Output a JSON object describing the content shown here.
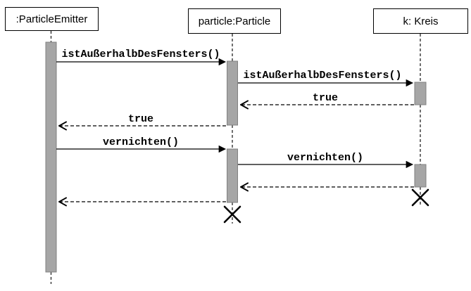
{
  "diagram": {
    "type": "uml-sequence",
    "lifelines": [
      {
        "label": ":ParticleEmitter",
        "destroyed": false
      },
      {
        "label": "particle:Particle",
        "destroyed": true
      },
      {
        "label": "k: Kreis",
        "destroyed": true
      }
    ],
    "messages": [
      {
        "label": "istAußerhalbDesFensters()",
        "from": ":ParticleEmitter",
        "to": "particle:Particle",
        "kind": "call"
      },
      {
        "label": "istAußerhalbDesFensters()",
        "from": "particle:Particle",
        "to": "k: Kreis",
        "kind": "call"
      },
      {
        "label": "true",
        "from": "k: Kreis",
        "to": "particle:Particle",
        "kind": "return"
      },
      {
        "label": "true",
        "from": "particle:Particle",
        "to": ":ParticleEmitter",
        "kind": "return"
      },
      {
        "label": "vernichten()",
        "from": ":ParticleEmitter",
        "to": "particle:Particle",
        "kind": "call"
      },
      {
        "label": "vernichten()",
        "from": "particle:Particle",
        "to": "k: Kreis",
        "kind": "call"
      },
      {
        "label": "",
        "from": "k: Kreis",
        "to": "particle:Particle",
        "kind": "return"
      },
      {
        "label": "",
        "from": "particle:Particle",
        "to": ":ParticleEmitter",
        "kind": "return"
      }
    ],
    "colors": {
      "activation_fill": "#a6a6a6",
      "activation_border": "#808080",
      "line": "#000000",
      "background": "#ffffff"
    }
  }
}
